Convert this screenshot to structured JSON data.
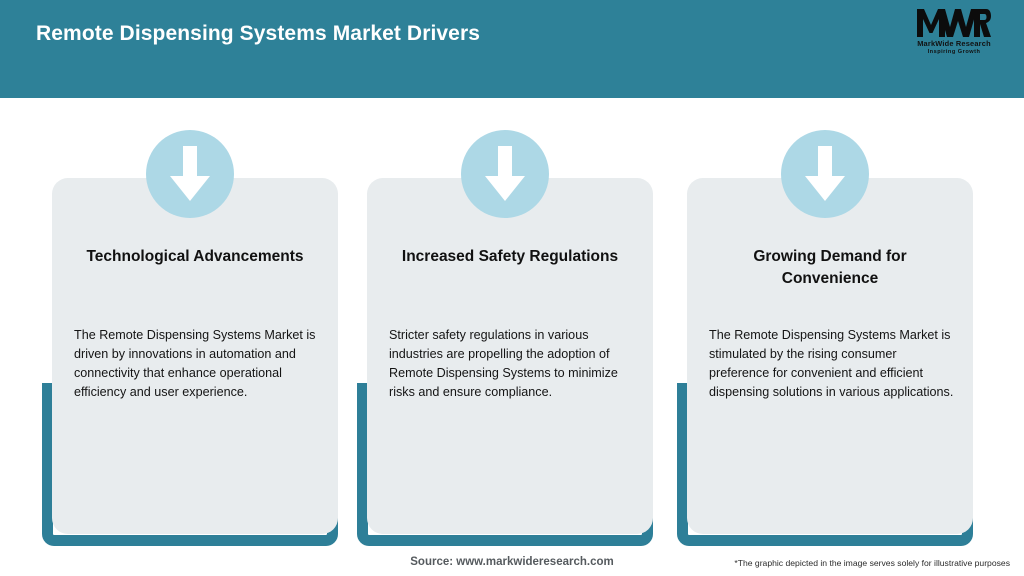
{
  "header": {
    "title": "Remote Dispensing Systems Market Drivers",
    "background_color": "#2E8198",
    "title_color": "#FFFFFF"
  },
  "logo": {
    "mark": "MWR",
    "name": "MarkWide Research",
    "tagline": "Inspiring Growth"
  },
  "theme": {
    "teal": "#2E7F98",
    "card_gray": "#E8ECEE",
    "badge_blue": "#ADD8E6",
    "arrow_white": "#FFFFFF"
  },
  "cards": [
    {
      "icon": "down-arrow-icon",
      "title": "Technological Advancements",
      "body": "The Remote Dispensing Systems Market is driven by innovations in automation and connectivity that enhance operational efficiency and user experience."
    },
    {
      "icon": "down-arrow-icon",
      "title": "Increased Safety Regulations",
      "body": "Stricter safety regulations in various industries are propelling the adoption of Remote Dispensing Systems to minimize risks and ensure compliance."
    },
    {
      "icon": "down-arrow-icon",
      "title": "Growing Demand for Convenience",
      "body": "The Remote Dispensing Systems Market is stimulated by the rising consumer preference for convenient and efficient dispensing solutions in various applications."
    }
  ],
  "footer": {
    "source": "Source: www.markwideresearch.com",
    "disclaimer": "*The graphic depicted in the image serves solely for illustrative purposes"
  }
}
